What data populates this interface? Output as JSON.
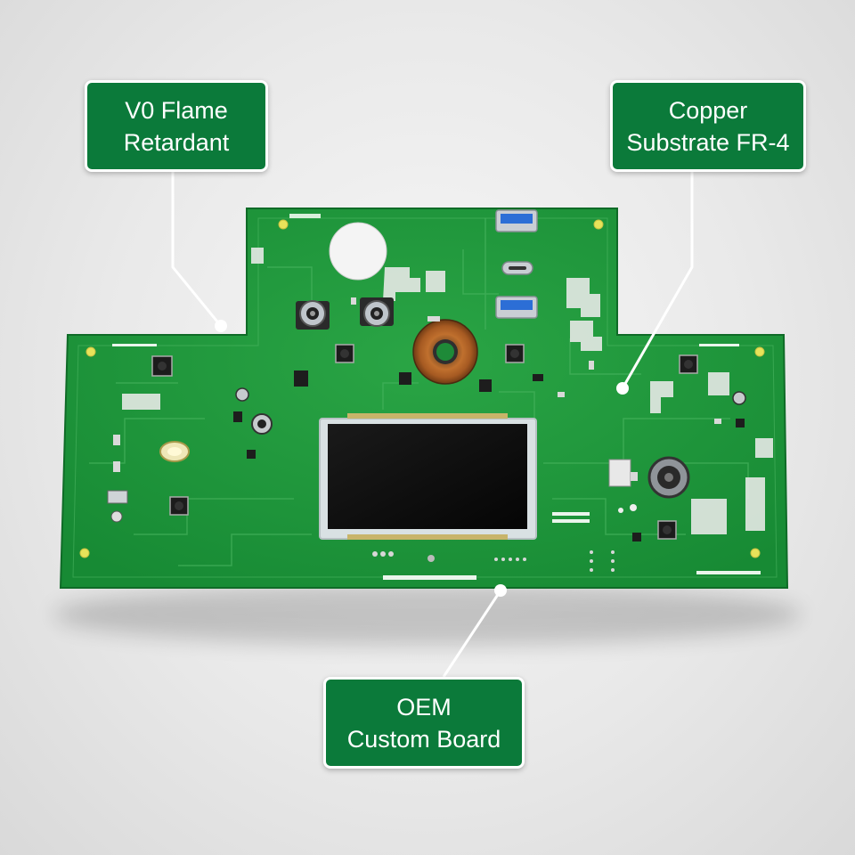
{
  "callouts": {
    "flame": {
      "line1": "V0 Flame",
      "line2": "Retardant"
    },
    "copper": {
      "line1": "Copper",
      "line2": "Substrate FR-4"
    },
    "oem": {
      "line1": "OEM",
      "line2": "Custom Board"
    }
  },
  "colors": {
    "board": "#1f9a3c",
    "board_dark": "#15802f",
    "callout_bg": "#0b7a3a",
    "callout_border": "#ffffff",
    "background": "#e9e9e9"
  },
  "icons": [
    "usb-a-port-icon",
    "usb-c-port-icon",
    "toroid-inductor-icon",
    "lcd-display-icon",
    "tact-switch-icon",
    "barrel-jack-icon",
    "capacitor-icon",
    "buzzer-icon"
  ]
}
